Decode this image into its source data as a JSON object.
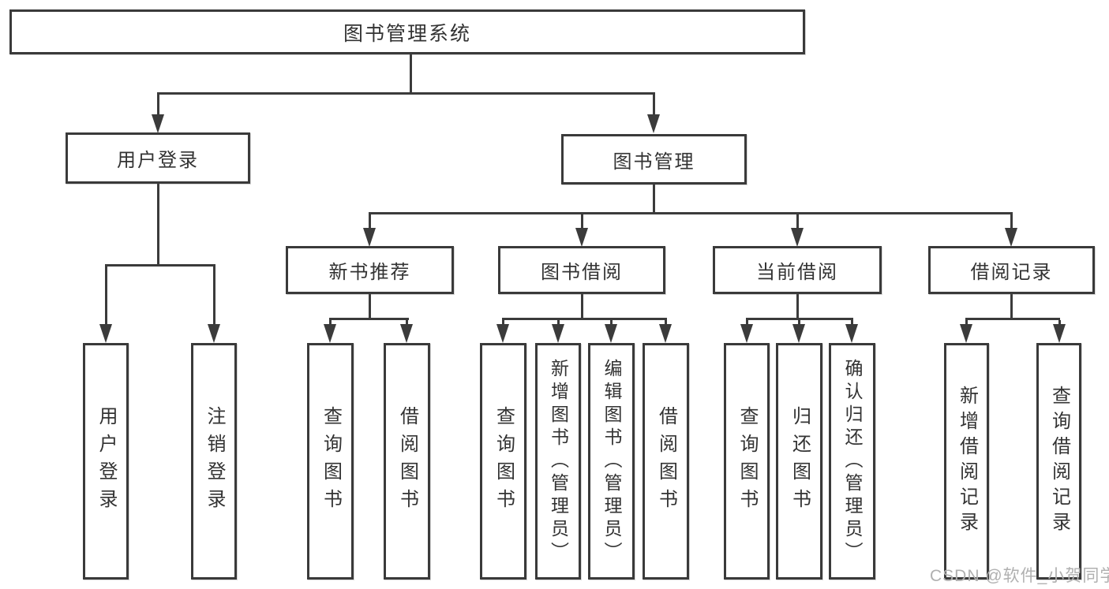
{
  "diagram": {
    "title": "图书管理系统",
    "level2": {
      "user_login": "用户登录",
      "book_mgmt": "图书管理"
    },
    "level3": {
      "new_books": "新书推荐",
      "borrowing": "图书借阅",
      "current": "当前借阅",
      "records": "借阅记录"
    },
    "leaves": {
      "user_login": [
        "用户登录",
        "注销登录"
      ],
      "new_books": [
        "查询图书",
        "借阅图书"
      ],
      "borrowing": [
        "查询图书",
        "新增图书（管理员）",
        "编辑图书（管理员）",
        "借阅图书"
      ],
      "current": [
        "查询图书",
        "归还图书",
        "确认归还（管理员）"
      ],
      "records": [
        "新增借阅记录",
        "查询借阅记录"
      ]
    },
    "watermark": "CSDN @软件_小贺同学"
  },
  "colors": {
    "line": "#3b3b3b",
    "text": "#333333",
    "watermark": "#b0b0b0",
    "background": "#ffffff"
  }
}
